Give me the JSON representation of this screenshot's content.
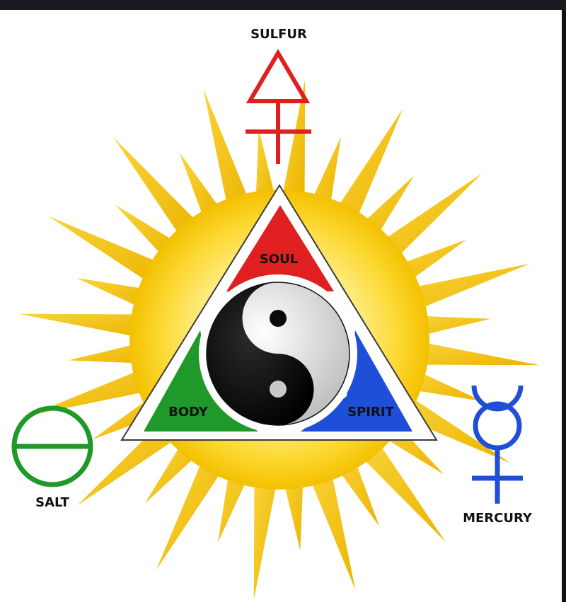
{
  "labels": {
    "sulfur": "SULFUR",
    "salt": "SALT",
    "mercury": "MERCURY",
    "soul": "SOUL",
    "body": "BODY",
    "spirit": "SPIRIT"
  },
  "colors": {
    "sun_rays": "#f2c21a",
    "sun_core": "#fff8c0",
    "sun_edge": "#f5c400",
    "sulfur": "#e02020",
    "salt": "#1f9a2a",
    "mercury": "#1f4fd8",
    "soul_fill": "#e02020",
    "body_fill": "#1f9a2a",
    "spirit_fill": "#1f4fd8",
    "triangle_outline": "#222222",
    "yinyang_dark": "#050505",
    "yinyang_light": "#d8d8d8"
  },
  "icons": {
    "sulfur": "sulfur-alchemical-symbol-icon",
    "salt": "salt-alchemical-symbol-icon",
    "mercury": "mercury-alchemical-symbol-icon",
    "center": "yin-yang-icon",
    "background": "sun-icon"
  }
}
